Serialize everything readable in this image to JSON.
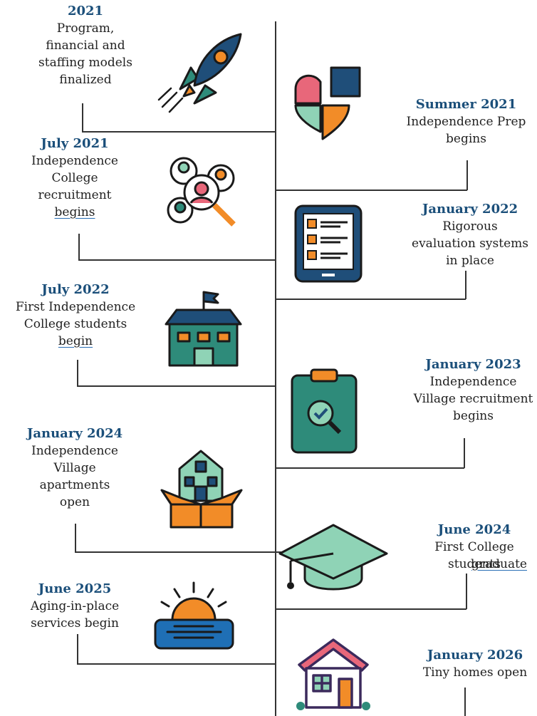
{
  "milestones": [
    {
      "date": "2021",
      "text": "Program,\nfinancial and\nstaffing models\nfinalized"
    },
    {
      "date": "Summer 2021",
      "text": "Independence Prep\nbegins"
    },
    {
      "date": "July 2021",
      "text": "Independence\nCollege\nrecruitment",
      "underlined": "begins"
    },
    {
      "date": "January 2022",
      "text": "Rigorous\nevaluation systems\nin place"
    },
    {
      "date": "July 2022",
      "text": "First Independence\nCollege students",
      "underlined": "begin"
    },
    {
      "date": "January 2023",
      "text": "Independence\nVillage recruitment\nbegins"
    },
    {
      "date": "January 2024",
      "text": "Independence\nVillage\napartments\nopen"
    },
    {
      "date": "June 2024",
      "text": "First College\nstudents",
      "underlined": "graduate"
    },
    {
      "date": "June 2025",
      "text": "Aging-in-place\nservices begin"
    },
    {
      "date": "January 2026",
      "text": "Tiny homes open"
    }
  ],
  "icons": [
    "rocket-icon",
    "heart-puzzle-icon",
    "recruitment-search-icon",
    "checklist-tablet-icon",
    "school-building-icon",
    "clipboard-search-icon",
    "apartment-box-icon",
    "graduation-cap-icon",
    "sunset-water-icon",
    "tiny-home-icon"
  ],
  "colors": {
    "date": "#1b4f7a",
    "navy": "#1f4e79",
    "teal": "#2e8b7a",
    "orange": "#f28c28",
    "pink": "#e8677a",
    "mint": "#8fd3b6"
  }
}
